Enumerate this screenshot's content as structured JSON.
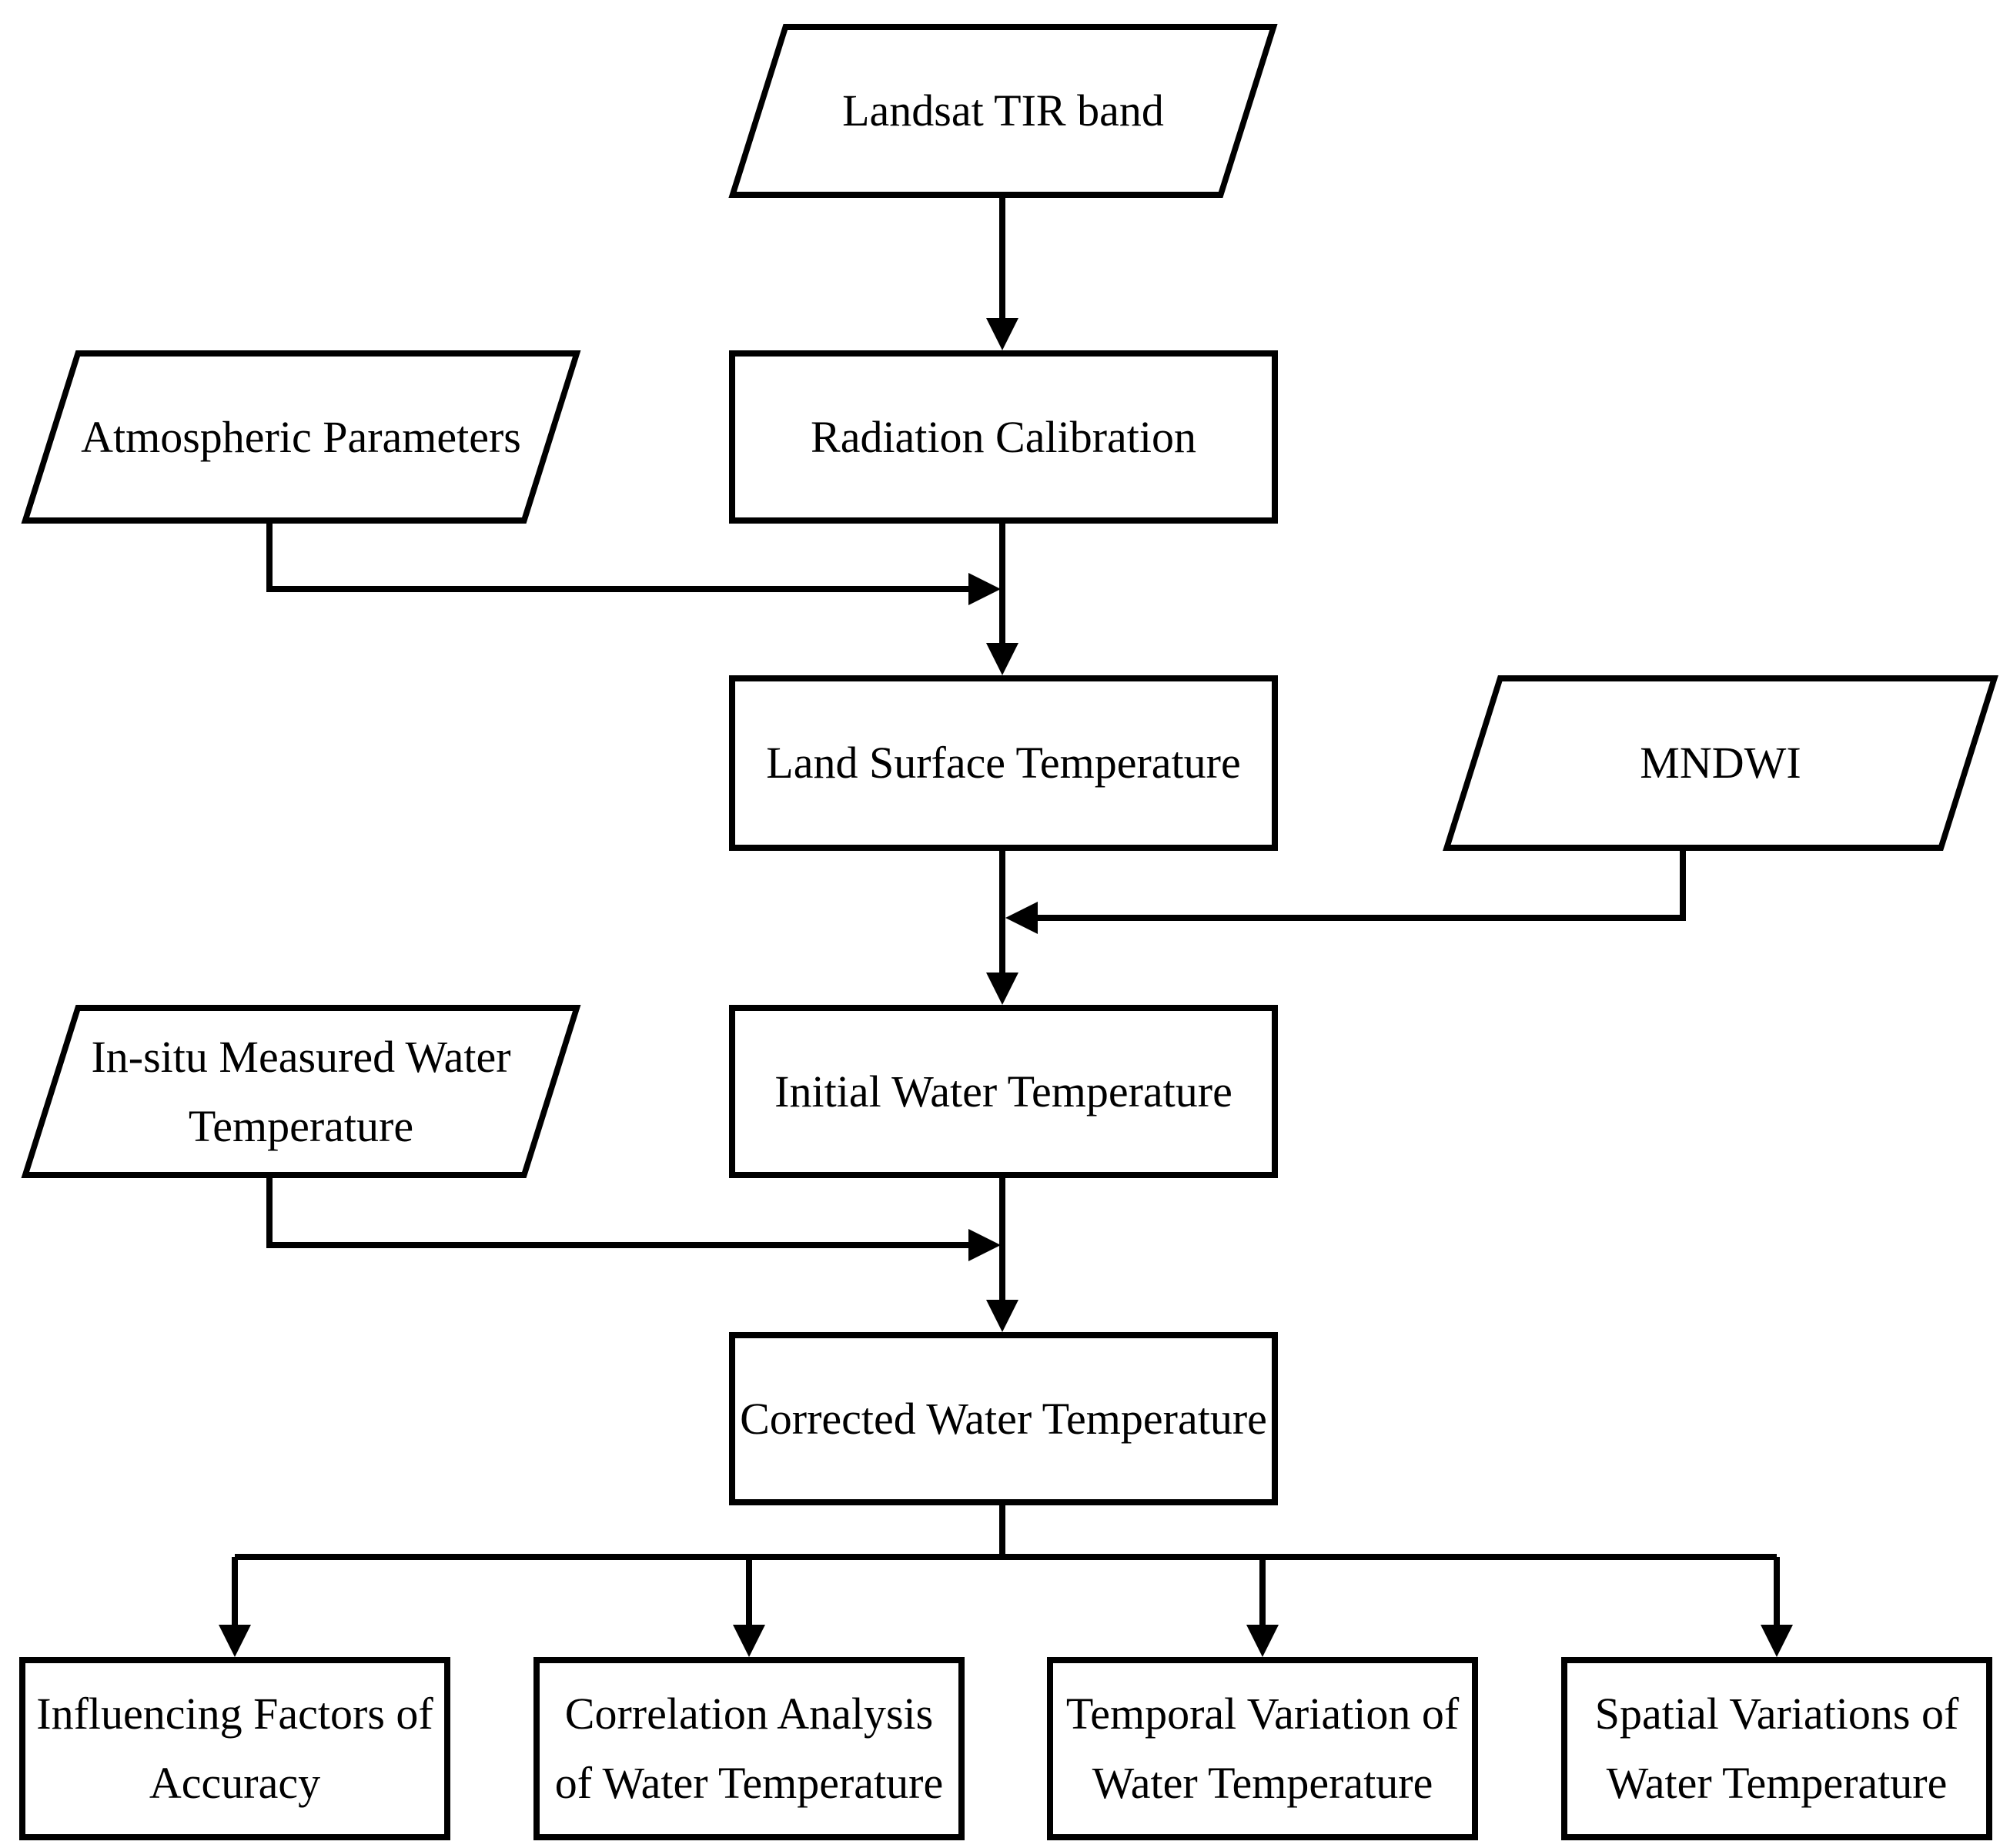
{
  "colors": {
    "line": "#000000",
    "text": "#000000",
    "background": "#ffffff"
  },
  "nodes": {
    "landsat": {
      "shape": "parallelogram-input",
      "label": "Landsat TIR band"
    },
    "radiation": {
      "shape": "process",
      "label": "Radiation Calibration"
    },
    "atmospheric": {
      "shape": "parallelogram-input",
      "label": "Atmospheric Parameters"
    },
    "lst": {
      "shape": "process",
      "label": "Land Surface Temperature"
    },
    "mndwi": {
      "shape": "parallelogram-input",
      "label": "MNDWI"
    },
    "initial": {
      "shape": "process",
      "label": "Initial Water Temperature"
    },
    "insitu": {
      "shape": "parallelogram-input",
      "line1": "In-situ Measured Water",
      "line2": "Temperature"
    },
    "corrected": {
      "shape": "process",
      "label": "Corrected Water Temperature"
    },
    "influencing": {
      "shape": "process",
      "line1": "Influencing Factors of",
      "line2": "Accuracy"
    },
    "correlation": {
      "shape": "process",
      "line1": "Correlation Analysis",
      "line2": "of Water Temperature"
    },
    "temporal": {
      "shape": "process",
      "line1": "Temporal Variation of",
      "line2": "Water Temperature"
    },
    "spatial": {
      "shape": "process",
      "line1": "Spatial Variations of",
      "line2": "Water Temperature"
    }
  }
}
